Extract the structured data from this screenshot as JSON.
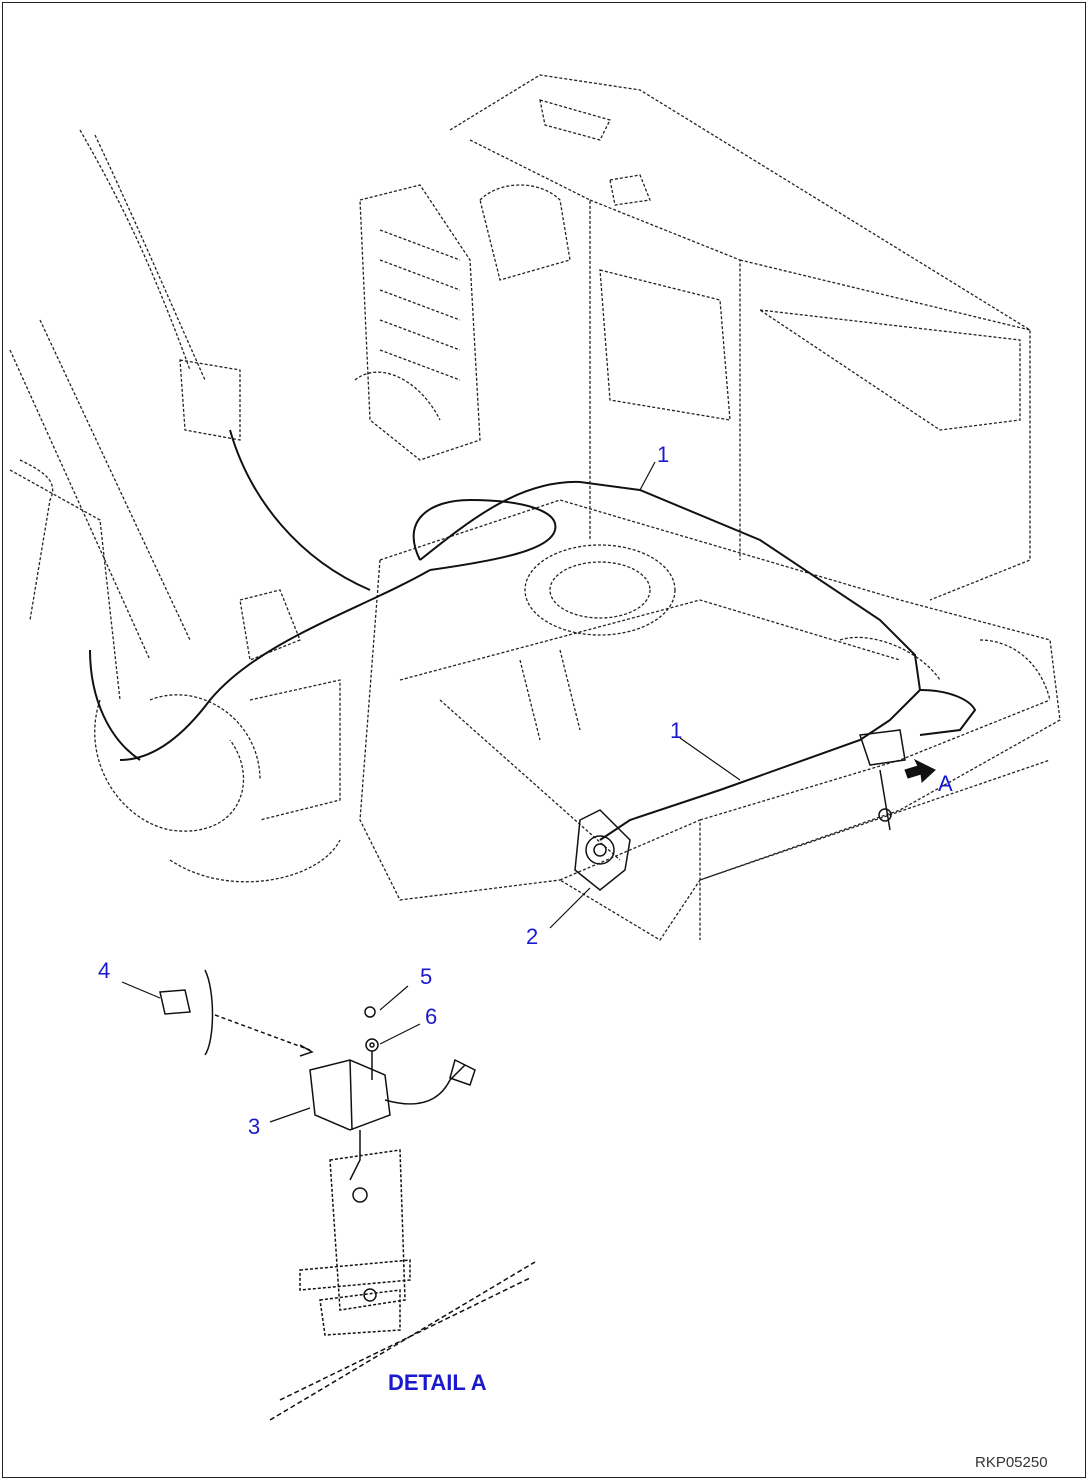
{
  "callouts": {
    "c1a": "1",
    "c1b": "1",
    "c2": "2",
    "c3": "3",
    "c4": "4",
    "c5": "5",
    "c6": "6",
    "ca": "A"
  },
  "detail_label": "DETAIL A",
  "drawing_id": "RKP05250",
  "colors": {
    "callout": "#1a1acc",
    "line": "#111111"
  }
}
